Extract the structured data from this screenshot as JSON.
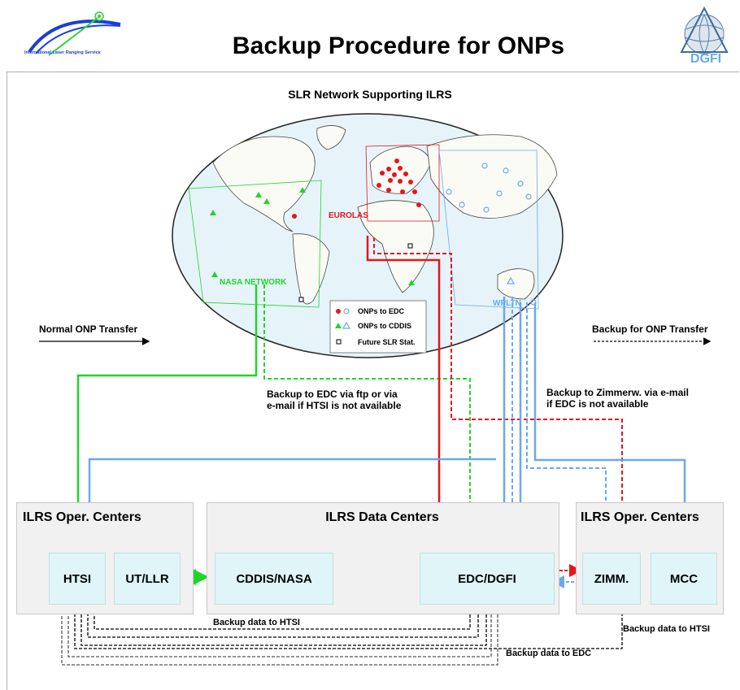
{
  "header": {
    "title": "Backup Procedure for ONPs",
    "ilrs_logo_text": "International Laser Ranging Service",
    "dgfi_logo_text": "DGFI"
  },
  "map": {
    "title": "SLR Network Supporting ILRS",
    "region_labels": {
      "eurolas": "EUROLAS",
      "nasa": "NASA NETWORK",
      "wpltn": "WPLTN"
    },
    "legend": [
      {
        "label": "ONPs to EDC"
      },
      {
        "label": "ONPs to CDDIS"
      },
      {
        "label": "Future SLR Stat."
      }
    ]
  },
  "transfer_legend": {
    "normal": "Normal ONP Transfer",
    "backup": "Backup for ONP Transfer"
  },
  "notes": {
    "backup_edc_line1": "Backup to EDC via ftp or via",
    "backup_edc_line2": "e-mail if HTSI is not available",
    "backup_zimm_line1": "Backup to Zimmerw. via e-mail",
    "backup_zimm_line2": "if EDC is not available",
    "backup_htsi_mid": "Backup data to HTSI",
    "backup_htsi_right": "Backup data to HTSI",
    "backup_edc_bottom": "Backup data to EDC"
  },
  "panels": {
    "left": {
      "title": "ILRS Oper. Centers",
      "boxes": [
        "HTSI",
        "UT/LLR"
      ]
    },
    "middle": {
      "title": "ILRS Data Centers",
      "boxes": [
        "CDDIS/NASA",
        "EDC/DGFI"
      ]
    },
    "right": {
      "title": "ILRS Oper. Centers",
      "boxes": [
        "ZIMM.",
        "MCC"
      ]
    }
  },
  "colors": {
    "red": "#e8141b",
    "green": "#1fd52a",
    "blue": "#6aa8ee",
    "panel_bg": "#f1f1f1",
    "box_bg": "#dff5f7"
  }
}
